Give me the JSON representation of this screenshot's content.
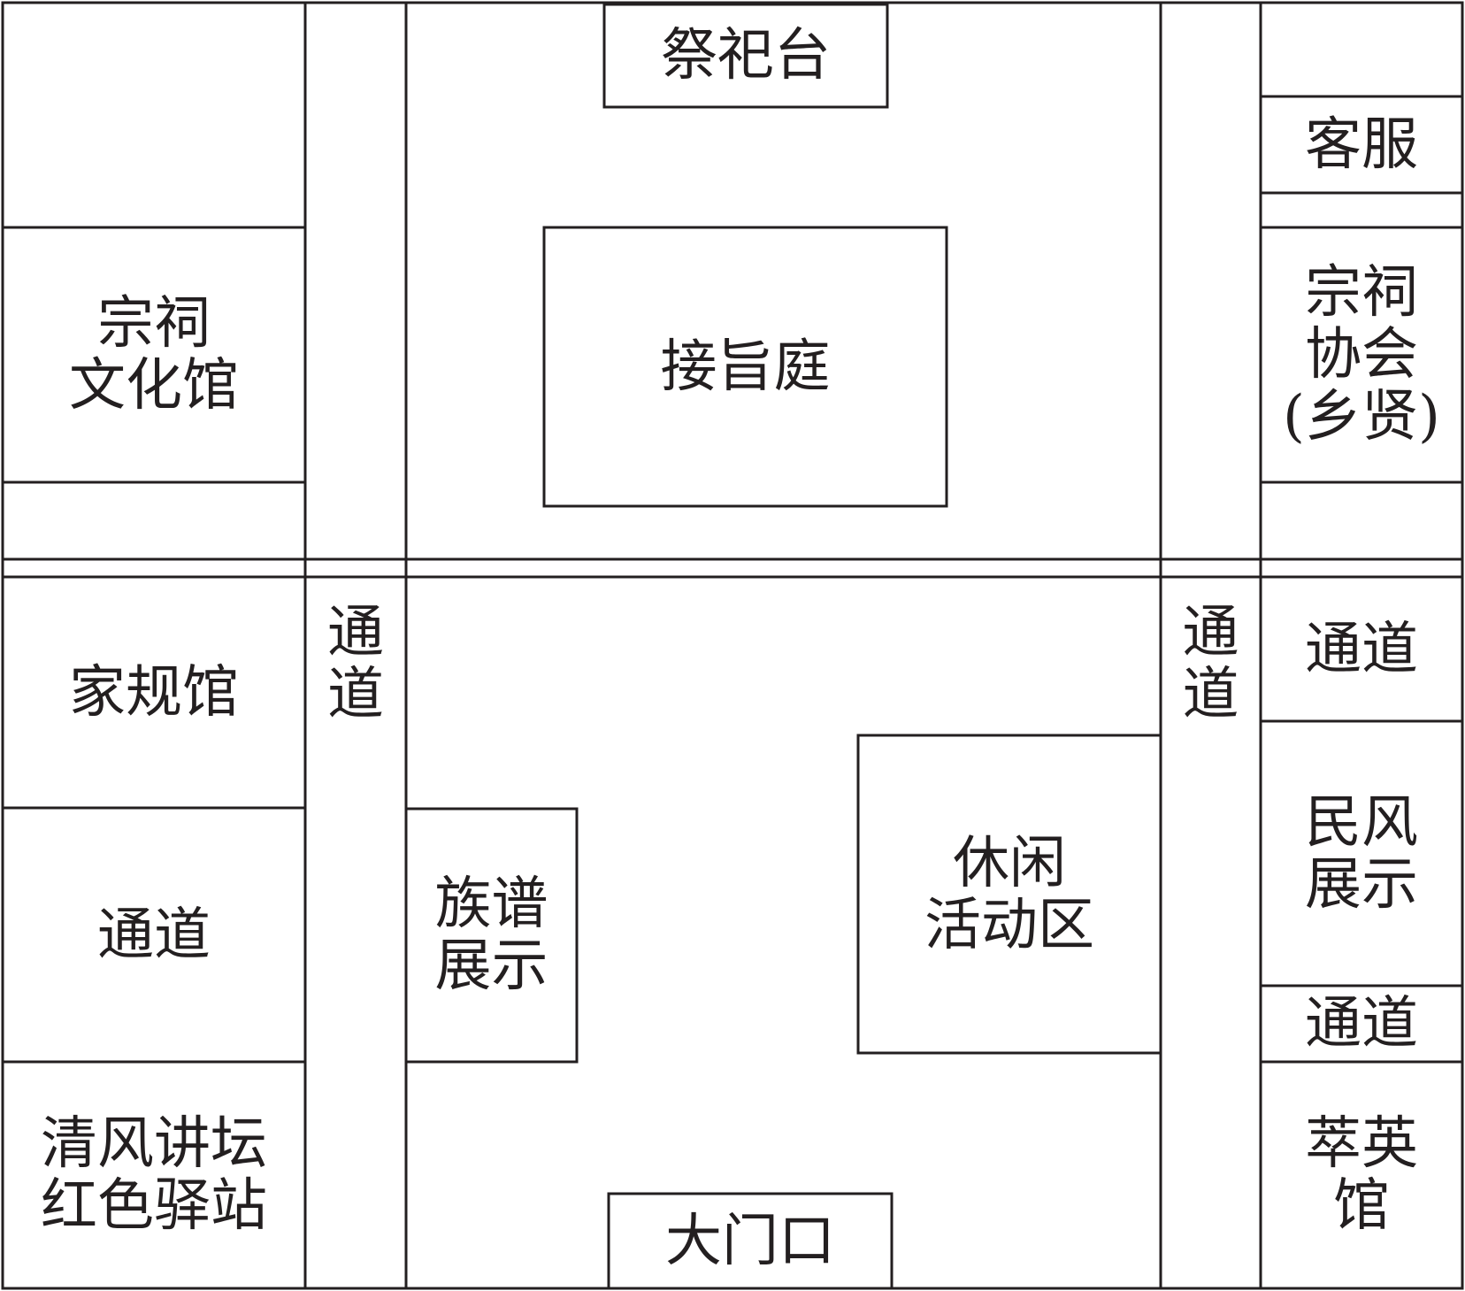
{
  "colors": {
    "line": "#231f20",
    "background": "#ffffff"
  },
  "rooms": {
    "altar": "祭祀台",
    "customer_service": "客服",
    "court": "接旨庭",
    "ancestral_culture_hall": [
      "宗祠",
      "文化馆"
    ],
    "ancestral_association": [
      "宗祠",
      "协会",
      "(乡贤)"
    ],
    "family_rules_hall": "家规馆",
    "left_corridor": [
      "通",
      "道"
    ],
    "right_corridor": [
      "通",
      "道"
    ],
    "right_passage_top": "通道",
    "left_passage": "通道",
    "genealogy_display": [
      "族谱",
      "展示"
    ],
    "leisure_area": [
      "休闲",
      "活动区"
    ],
    "folk_custom_display": [
      "民风",
      "展示"
    ],
    "right_passage_bottom": "通道",
    "forum_station": [
      "清风讲坛",
      "红色驿站"
    ],
    "main_gate": "大门口",
    "talent_hall": [
      "萃英",
      "馆"
    ]
  }
}
